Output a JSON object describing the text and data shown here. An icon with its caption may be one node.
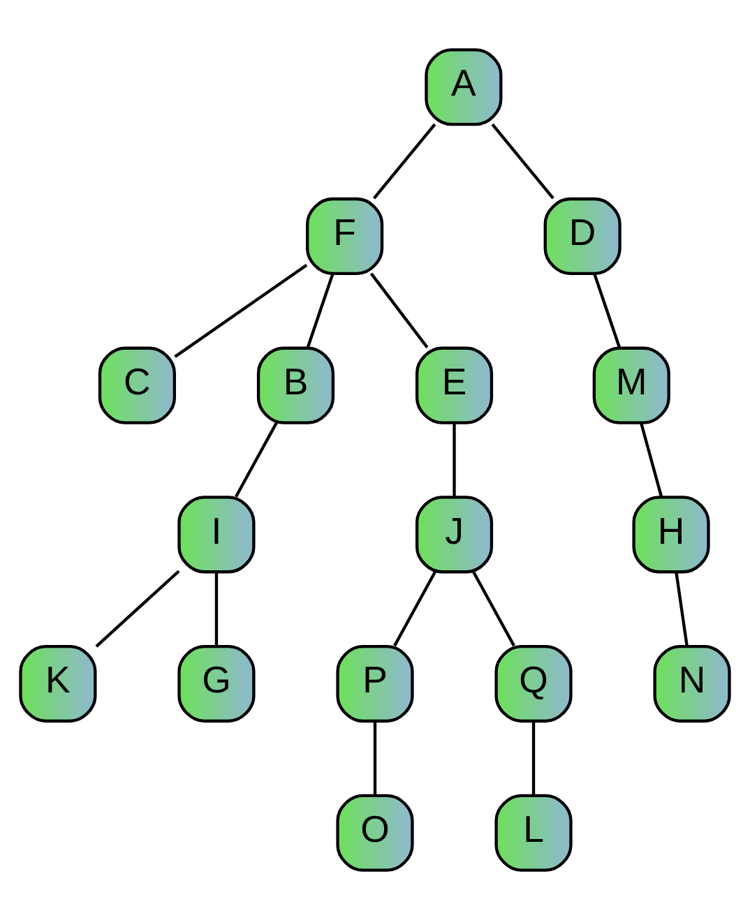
{
  "diagram": {
    "nodes": [
      {
        "text": [
          "A"
        ]
      },
      {
        "text": [
          "F"
        ]
      },
      {
        "text": [
          "D"
        ]
      },
      {
        "text": [
          "C"
        ]
      },
      {
        "text": [
          "B"
        ]
      },
      {
        "text": [
          "E"
        ]
      },
      {
        "text": [
          "M"
        ]
      },
      {
        "text": [
          "I"
        ]
      },
      {
        "text": [
          "J"
        ]
      },
      {
        "text": [
          "H"
        ]
      },
      {
        "text": [
          "K"
        ]
      },
      {
        "text": [
          "G"
        ]
      },
      {
        "text": [
          "P"
        ]
      },
      {
        "text": [
          "Q"
        ]
      },
      {
        "text": [
          "N"
        ]
      },
      {
        "text": [
          "O"
        ]
      },
      {
        "text": [
          "L"
        ]
      }
    ],
    "edges": [
      {
        "from": 0,
        "to": 1,
        "arrow": "none"
      },
      {
        "from": 0,
        "to": 2,
        "arrow": "none"
      },
      {
        "from": 1,
        "to": 3,
        "arrow": "none"
      },
      {
        "from": 1,
        "to": 4,
        "arrow": "none"
      },
      {
        "from": 1,
        "to": 5,
        "arrow": "none"
      },
      {
        "from": 2,
        "to": 6,
        "arrow": "none"
      },
      {
        "from": 4,
        "to": 7,
        "arrow": "none"
      },
      {
        "from": 5,
        "to": 8,
        "arrow": "none"
      },
      {
        "from": 6,
        "to": 9,
        "arrow": "none"
      },
      {
        "from": 7,
        "to": 10,
        "arrow": "none"
      },
      {
        "from": 7,
        "to": 11,
        "arrow": "none"
      },
      {
        "from": 8,
        "to": 12,
        "arrow": "none"
      },
      {
        "from": 8,
        "to": 13,
        "arrow": "none"
      },
      {
        "from": 9,
        "to": 14,
        "arrow": "none"
      },
      {
        "from": 12,
        "to": 15,
        "arrow": "none"
      },
      {
        "from": 13,
        "to": 16,
        "arrow": "none"
      }
    ]
  }
}
